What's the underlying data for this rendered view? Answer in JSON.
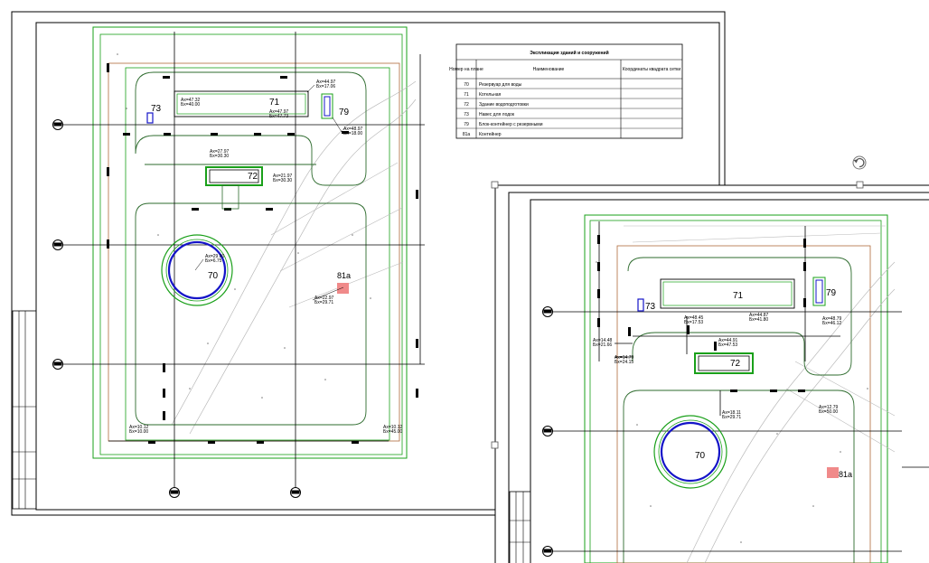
{
  "sheet1": {
    "buildings": {
      "b70": "70",
      "b71": "71",
      "b72": "72",
      "b73": "73",
      "b79": "79",
      "b81": "81a"
    },
    "table_title": "Экспликация зданий и сооружений",
    "table_headers": {
      "col1": "Номер на плане",
      "col2": "Наименование",
      "col3": "Координаты квадрата сетки"
    },
    "table_rows": [
      {
        "num": "70",
        "name": "Резервуар для воды"
      },
      {
        "num": "71",
        "name": "Котельная"
      },
      {
        "num": "72",
        "name": "Здание водоподготовки"
      },
      {
        "num": "73",
        "name": "Навес для лодок"
      },
      {
        "num": "79",
        "name": "Блок-контейнер с резервными"
      },
      {
        "num": "81а",
        "name": "Контейнер"
      }
    ],
    "coords": [
      {
        "a": "Ах=44.97",
        "b": "Бх=17.06"
      },
      {
        "a": "Ах=47.32",
        "b": "Бх=40.00"
      },
      {
        "a": "Ах=47.97",
        "b": "Бх=47.73"
      },
      {
        "a": "Ах=48.97",
        "b": "Бх=18.00"
      },
      {
        "a": "Ах=27.97",
        "b": "Бх=30.30"
      },
      {
        "a": "Ах=21.97",
        "b": "Бх=30.30"
      },
      {
        "a": "Ах=29.00",
        "b": "Бх=6.75"
      },
      {
        "a": "Ах=22.97",
        "b": "Бх=29.71"
      },
      {
        "a": "Ах=10.12",
        "b": "Бх=10.00"
      },
      {
        "a": "Ах=10.12",
        "b": "Бх=45.00"
      }
    ]
  },
  "sheet2": {
    "buildings": {
      "b70": "70",
      "b71": "71",
      "b72": "72",
      "b73": "73",
      "b79": "79",
      "b81": "81a"
    },
    "coords": [
      {
        "a": "Ах=48.45",
        "b": "Бх=17.53"
      },
      {
        "a": "Ах=44.87",
        "b": "Бх=41.80"
      },
      {
        "a": "Ах=48.79",
        "b": "Бх=46.12"
      },
      {
        "a": "Ах=14.48",
        "b": "Бх=21.66"
      },
      {
        "a": "Ах=44.91",
        "b": "Бх=47.53"
      },
      {
        "a": "Ах=14.79",
        "b": "Бх=24.15"
      },
      {
        "a": "Ах=18.11",
        "b": "Бх=29.71"
      },
      {
        "a": "Ах=12.79",
        "b": "Бх=50.00"
      }
    ]
  },
  "colors": {
    "green": "#1aa01a",
    "darkgreen": "#2d6b2d",
    "blue": "#1414c8",
    "brown": "#b06a3a",
    "pink": "#f08a8a",
    "gray": "#b9b9b9"
  }
}
